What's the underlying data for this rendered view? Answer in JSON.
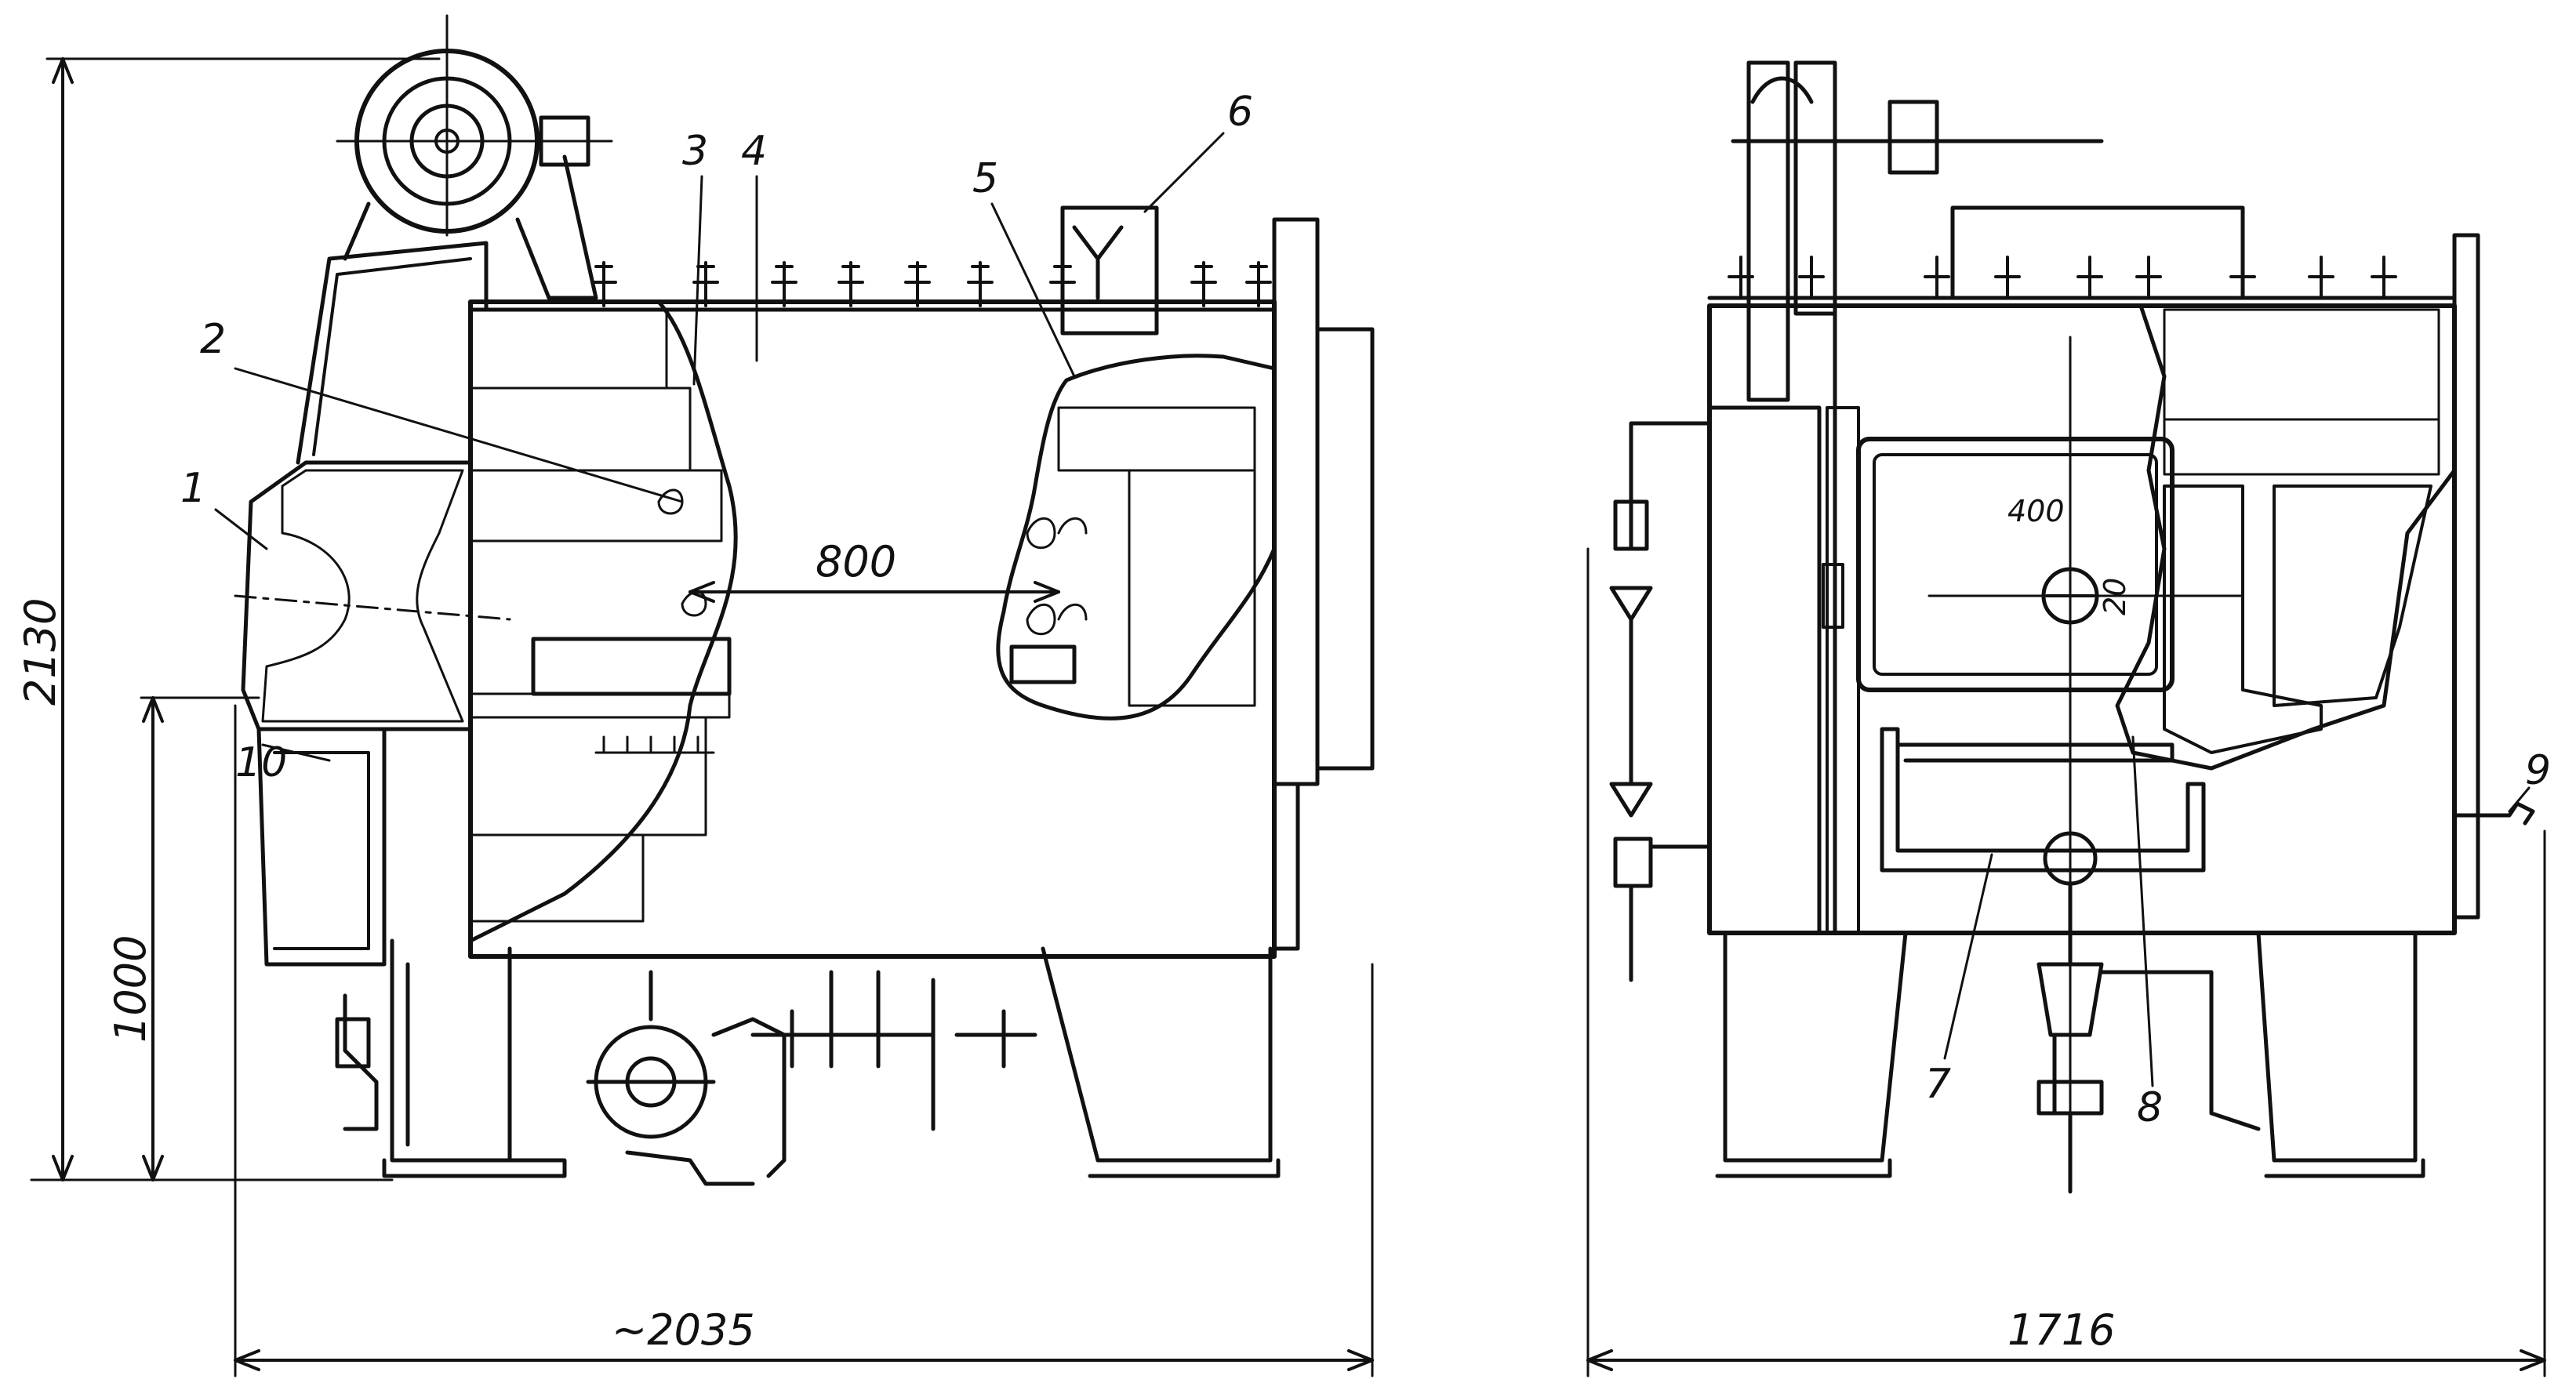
{
  "labels": [
    "1",
    "2",
    "3",
    "4",
    "5",
    "6",
    "7",
    "8",
    "9",
    "10"
  ],
  "dimensions": {
    "overall_height": "2130",
    "axis_height": "1000",
    "overall_length": "~2035",
    "chamber_length": "800",
    "overall_width": "1716",
    "door_opening": "400",
    "small_dim": "20"
  },
  "colors": {
    "ink": "#111111",
    "paper": "#ffffff"
  }
}
